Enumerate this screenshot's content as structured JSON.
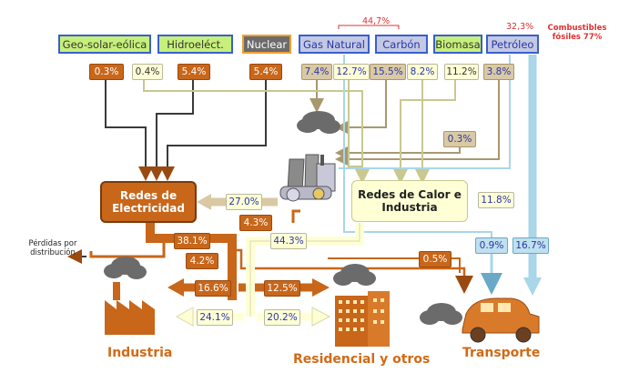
{
  "sources": [
    {
      "id": "geo",
      "label": "Geo-solar-eólica"
    },
    {
      "id": "hidro",
      "label": "Hidroeléct."
    },
    {
      "id": "nuclear",
      "label": "Nuclear"
    },
    {
      "id": "gas",
      "label": "Gas Natural"
    },
    {
      "id": "carbon",
      "label": "Carbón"
    },
    {
      "id": "biomasa",
      "label": "Biomasa"
    },
    {
      "id": "petroleo",
      "label": "Petróleo"
    }
  ],
  "annotations": {
    "gas_carbon_pct": "44,7%",
    "petroleo_pct": "32,3%",
    "fossil_total": "Combustibles fósiles 77%",
    "losses": "Pérdidas por distribución"
  },
  "source_flows": {
    "geo_elec": "0.3%",
    "geo_other": "0.4%",
    "hidro": "5.4%",
    "nuclear": "5.4%",
    "gas_elec": "7.4%",
    "gas_heat": "12.7%",
    "carbon_elec": "15.5%",
    "carbon_heat": "8.2%",
    "biomasa_heat": "11.2%",
    "petroleo_elec": "3.8%",
    "biomasa_elec": "0.3%"
  },
  "hubs": {
    "electricity": "Redes de Electricidad",
    "heat": "Redes de Calor e Industria"
  },
  "flows": {
    "power_plant_to_elec": "27.0%",
    "heat_to_elec": "4.3%",
    "petroleo_to_heat": "11.8%",
    "elec_out": "38.1%",
    "elec_loss": "4.2%",
    "heat_out": "44.3%",
    "to_transport_heat": "0.5%",
    "gas_to_transport": "0.9%",
    "oil_to_transport": "16.7%",
    "elec_industria": "16.6%",
    "elec_residencial": "12.5%",
    "heat_industria": "24.1%",
    "heat_residencial": "20.2%"
  },
  "sectors": {
    "industria": "Industria",
    "residencial": "Residencial y otros",
    "transporte": "Transporte"
  },
  "colors": {
    "orange": "#c8661a",
    "cream": "#ffffd6",
    "tan": "#d9c9a4",
    "lightblue": "#a9d6e8",
    "green": "#c6f07a",
    "gray": "#c4c9e3"
  }
}
